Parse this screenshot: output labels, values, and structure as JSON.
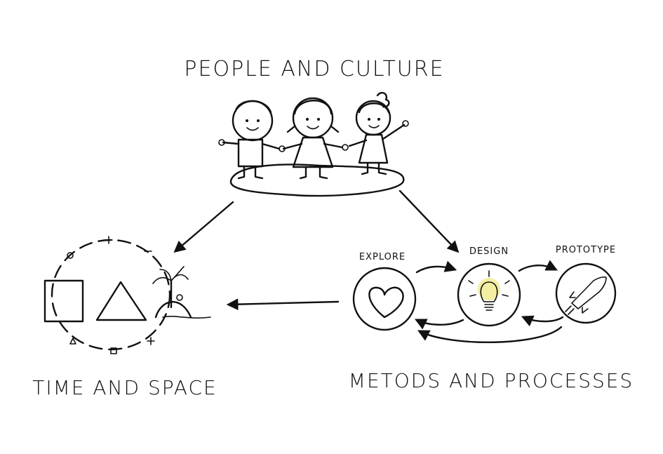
{
  "labels": {
    "people": "PEOPLE AND CULTURE",
    "time_space": "TIME AND SPACE",
    "methods": "METODS AND PROCESSES",
    "explore": "EXPLORE",
    "design": "DESIGN",
    "prototype": "PROTOTYPE"
  },
  "colors": {
    "ink": "#111111",
    "dress": "#e8e48f",
    "bulb_glow": "#efe77a"
  },
  "icons": [
    "heart-icon",
    "lightbulb-icon",
    "rocket-icon",
    "square-icon",
    "triangle-icon",
    "island-icon"
  ]
}
